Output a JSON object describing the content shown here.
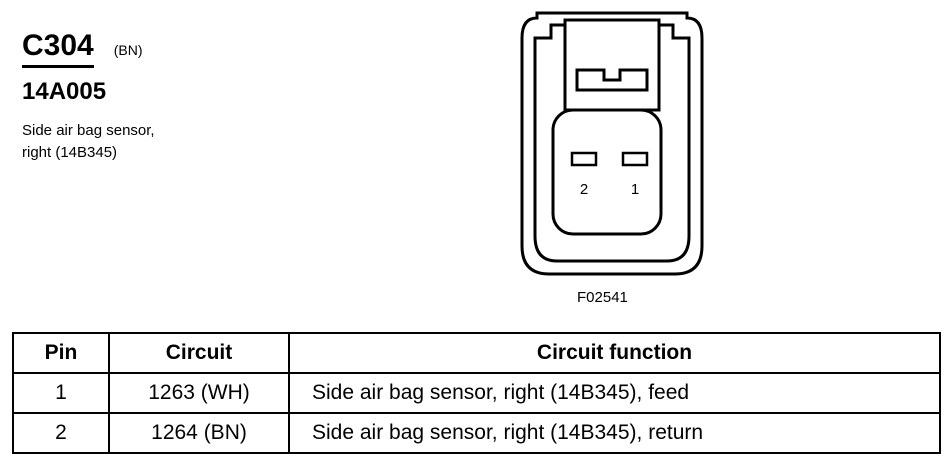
{
  "connector": {
    "id": "C304",
    "color": "(BN)",
    "part_number": "14A005",
    "description_lines": [
      "Side air bag sensor,",
      "right (14B345)"
    ]
  },
  "diagram": {
    "pin_labels": [
      "2",
      "1"
    ],
    "figure_code": "F02541"
  },
  "table": {
    "headers": [
      "Pin",
      "Circuit",
      "Circuit function"
    ],
    "rows": [
      {
        "pin": "1",
        "circuit": "1263 (WH)",
        "function": "Side air bag sensor, right (14B345), feed"
      },
      {
        "pin": "2",
        "circuit": "1264 (BN)",
        "function": "Side air bag sensor, right (14B345), return"
      }
    ]
  }
}
